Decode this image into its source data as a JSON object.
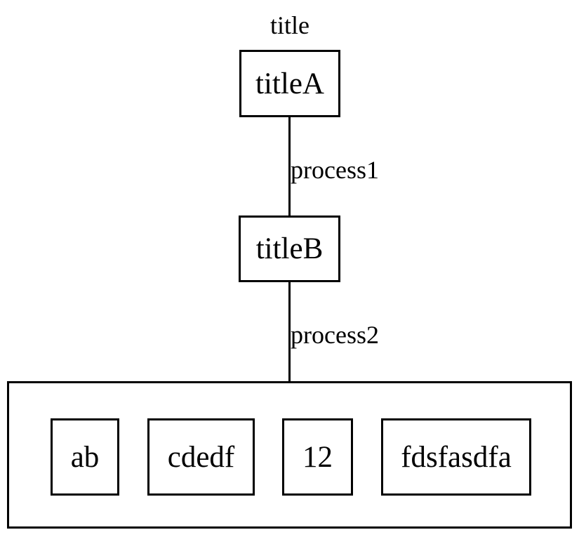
{
  "diagram": {
    "type": "flowchart",
    "title": "title",
    "nodes": {
      "titleA": {
        "label": "titleA"
      },
      "titleB": {
        "label": "titleB"
      }
    },
    "edges": [
      {
        "from": "titleA",
        "to": "titleB",
        "label": "process1"
      },
      {
        "from": "titleB",
        "to": "container",
        "label": "process2"
      }
    ],
    "container": {
      "children": [
        {
          "label": "ab"
        },
        {
          "label": "cdedf"
        },
        {
          "label": "12"
        },
        {
          "label": "fdsfasdfa"
        }
      ]
    },
    "colors": {
      "stroke": "#000000",
      "text": "#000000",
      "background": "#ffffff"
    }
  }
}
